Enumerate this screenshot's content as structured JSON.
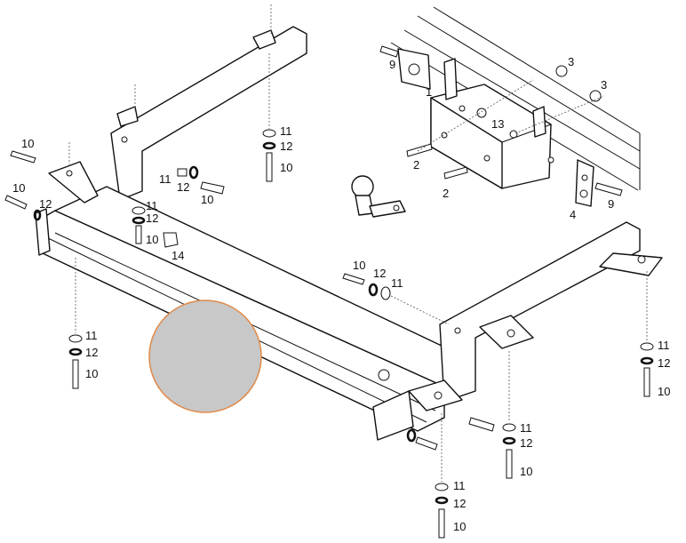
{
  "callouts": {
    "c_9a": "9",
    "c_3a": "3",
    "c_3b": "3",
    "c_1": "1",
    "c_13": "13",
    "c_2a": "2",
    "c_2b": "2",
    "c_4": "4",
    "c_9b": "9",
    "c_10_tl": "10",
    "c_10_l": "10",
    "c_12_l": "12",
    "c_11_tc": "11",
    "c_12_tc": "12",
    "c_10_tc": "10",
    "c_11_br": "11",
    "c_12_br": "12",
    "c_10_br": "10",
    "c_11_mc": "11",
    "c_12_mc": "12",
    "c_10_mc": "10",
    "c_14": "14",
    "c_10_mid": "10",
    "c_12_mid": "12",
    "c_11_mid": "11",
    "c_11_ll": "11",
    "c_12_ll": "12",
    "c_10_ll": "10",
    "c_11_rr": "11",
    "c_12_rr": "12",
    "c_10_rr": "10",
    "c_11_rb": "11",
    "c_12_rb": "12",
    "c_10_rb": "10",
    "c_11_bb": "11",
    "c_12_bb": "12",
    "c_10_bb": "10"
  },
  "colors": {
    "line": "#111111",
    "placeholder_fill": "#c8c8c8",
    "placeholder_stroke": "#e08a4a"
  }
}
